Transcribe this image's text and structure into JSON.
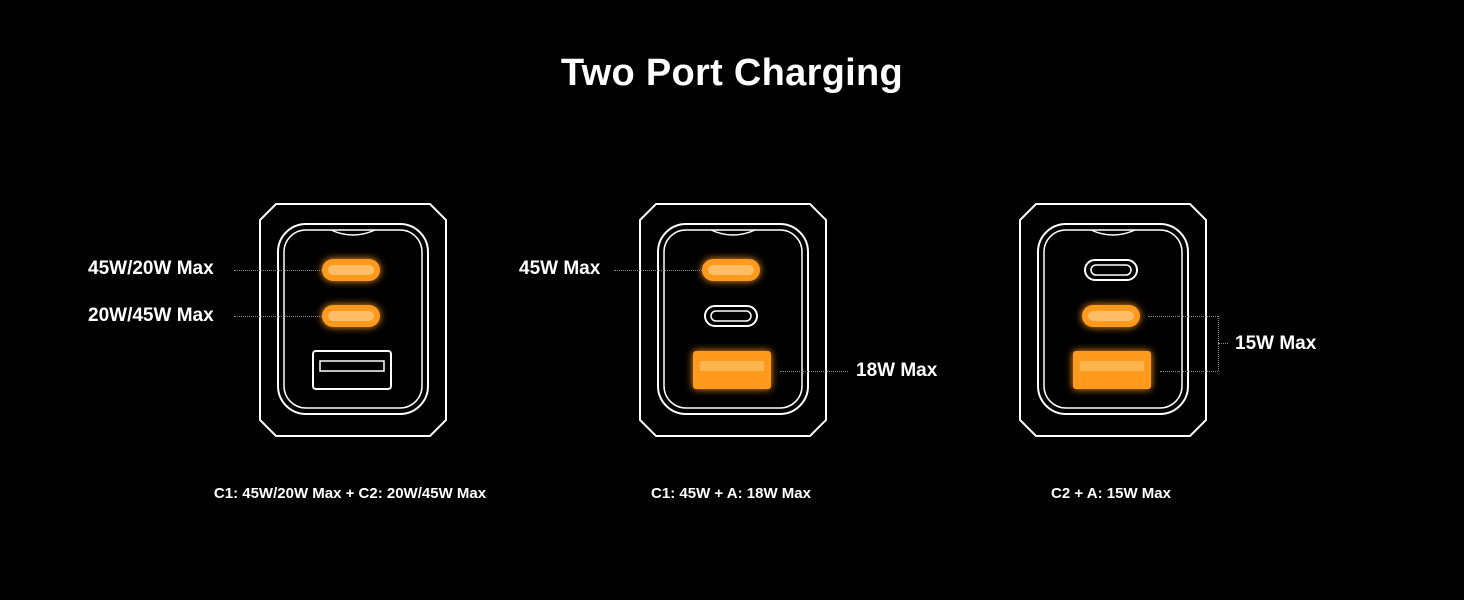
{
  "title": "Two Port Charging",
  "colors": {
    "accent": "#ff9a1f",
    "outline": "#ffffff",
    "background": "#000000"
  },
  "configs": [
    {
      "caption": "C1: 45W/20W Max + C2: 20W/45W Max",
      "labels": [
        "45W/20W Max",
        "20W/45W Max"
      ],
      "ports": {
        "c1": "lit",
        "c2": "lit",
        "a": "unlit"
      }
    },
    {
      "caption": "C1: 45W + A: 18W Max",
      "labels": [
        "45W Max",
        "18W Max"
      ],
      "ports": {
        "c1": "lit",
        "c2": "unlit",
        "a": "lit"
      }
    },
    {
      "caption": "C2 + A: 15W Max",
      "labels": [
        "15W Max"
      ],
      "ports": {
        "c1": "unlit",
        "c2": "lit",
        "a": "lit"
      }
    }
  ]
}
